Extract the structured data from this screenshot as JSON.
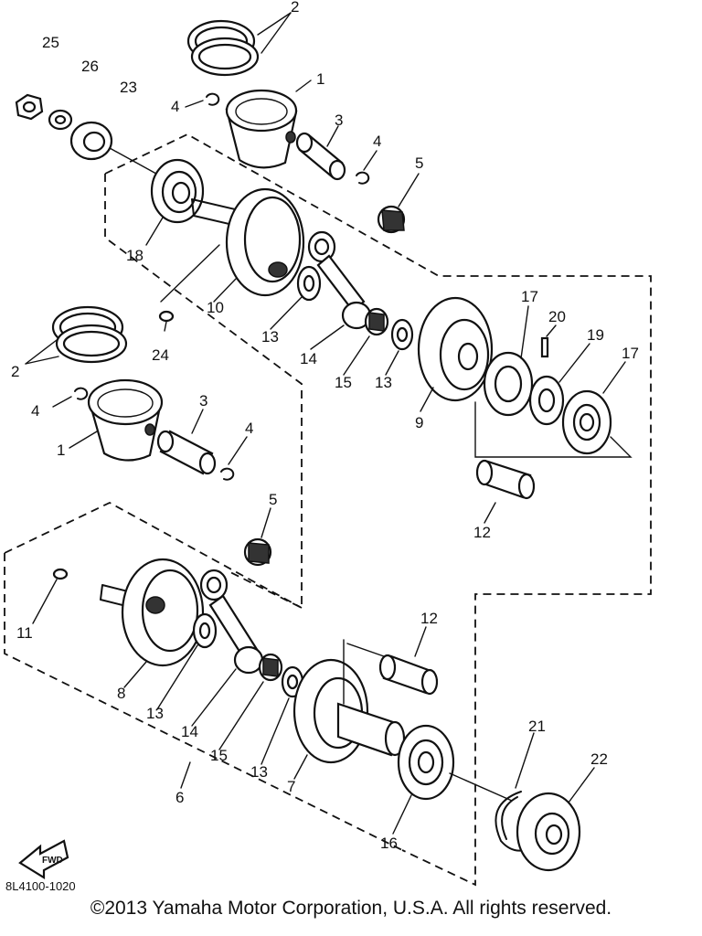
{
  "labels": {
    "p1a": "1",
    "p1b": "1",
    "p2a": "2",
    "p2b": "2",
    "p3a": "3",
    "p3b": "3",
    "p4a": "4",
    "p4b": "4",
    "p4c": "4",
    "p4d": "4",
    "p5a": "5",
    "p5b": "5",
    "p6": "6",
    "p7": "7",
    "p8": "8",
    "p9": "9",
    "p10": "10",
    "p11": "11",
    "p12a": "12",
    "p12b": "12",
    "p13a": "13",
    "p13b": "13",
    "p13c": "13",
    "p13d": "13",
    "p14a": "14",
    "p14b": "14",
    "p15a": "15",
    "p15b": "15",
    "p16": "16",
    "p17a": "17",
    "p17b": "17",
    "p18": "18",
    "p19": "19",
    "p20": "20",
    "p21": "21",
    "p22": "22",
    "p23": "23",
    "p24": "24",
    "p25": "25",
    "p26": "26"
  },
  "fwd_label": "FWD",
  "diagram_code": "8L4100-1020",
  "copyright": "©2013 Yamaha Motor Corporation, U.S.A. All rights reserved."
}
